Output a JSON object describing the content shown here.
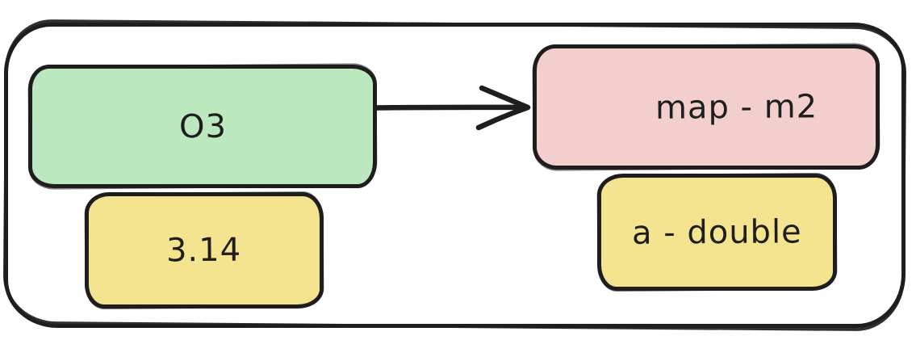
{
  "nodes": [
    {
      "id": "o3",
      "label": "O3",
      "fill": "#bce8c0",
      "shape": "rounded-rectangle"
    },
    {
      "id": "value-pi",
      "label": "3.14",
      "fill": "#f4e48f",
      "shape": "rounded-rectangle"
    },
    {
      "id": "map-m2",
      "label": "map - m2",
      "fill": "#f2cfcd",
      "shape": "rounded-rectangle"
    },
    {
      "id": "a-double",
      "label": "a - double",
      "fill": "#f4e48f",
      "shape": "rounded-rectangle"
    }
  ],
  "edges": [
    {
      "from": "o3",
      "to": "map-m2",
      "style": "arrow",
      "direction": "right"
    }
  ],
  "colors": {
    "stroke": "#1e1e1e",
    "green_fill": "#bce8c0",
    "yellow_fill": "#f4e48f",
    "pink_fill": "#f2cfcd",
    "background": "#ffffff"
  }
}
